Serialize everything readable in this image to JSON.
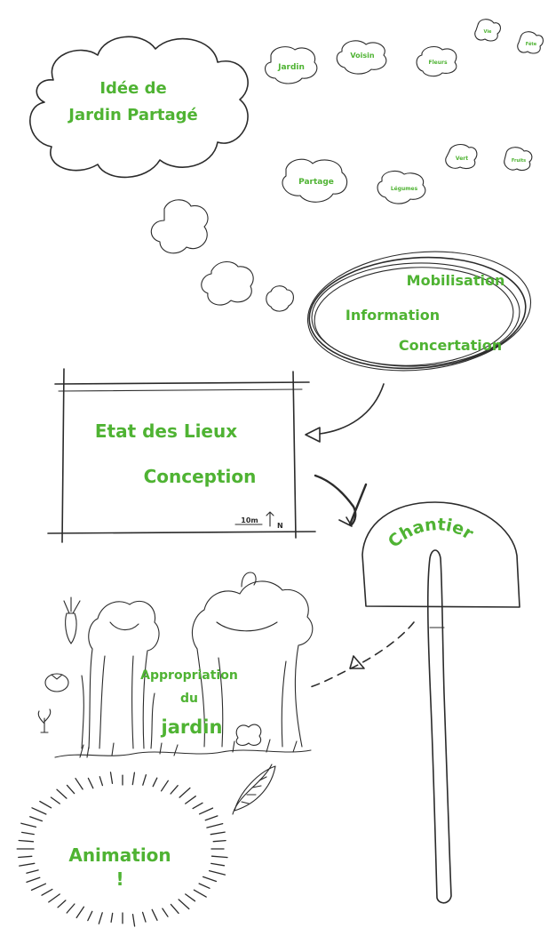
{
  "colors": {
    "label_green": "#4fb333",
    "ink": "#2b2b2b",
    "background": "#ffffff"
  },
  "idea_cloud": {
    "line1": "Idée de",
    "line2": "Jardin Partagé"
  },
  "word_clouds": {
    "jardin": "Jardin",
    "voisin": "Voisin",
    "fleurs": "Fleurs",
    "vie": "Vie",
    "fete": "Fête",
    "partage": "Partage",
    "legumes": "Légumes",
    "vert": "Vert",
    "fruits": "Fruits"
  },
  "consultation": {
    "mobilisation": "Mobilisation",
    "information": "Information",
    "concertation": "Concertation"
  },
  "plan": {
    "etat_des_lieux": "Etat des Lieux",
    "conception": "Conception",
    "scale": "10m",
    "north": "N"
  },
  "shovel": {
    "label": "Chantier"
  },
  "garden": {
    "line1": "Appropriation",
    "line2": "du",
    "line3": "jardin"
  },
  "animation": {
    "line1": "Animation",
    "line2": "!"
  }
}
